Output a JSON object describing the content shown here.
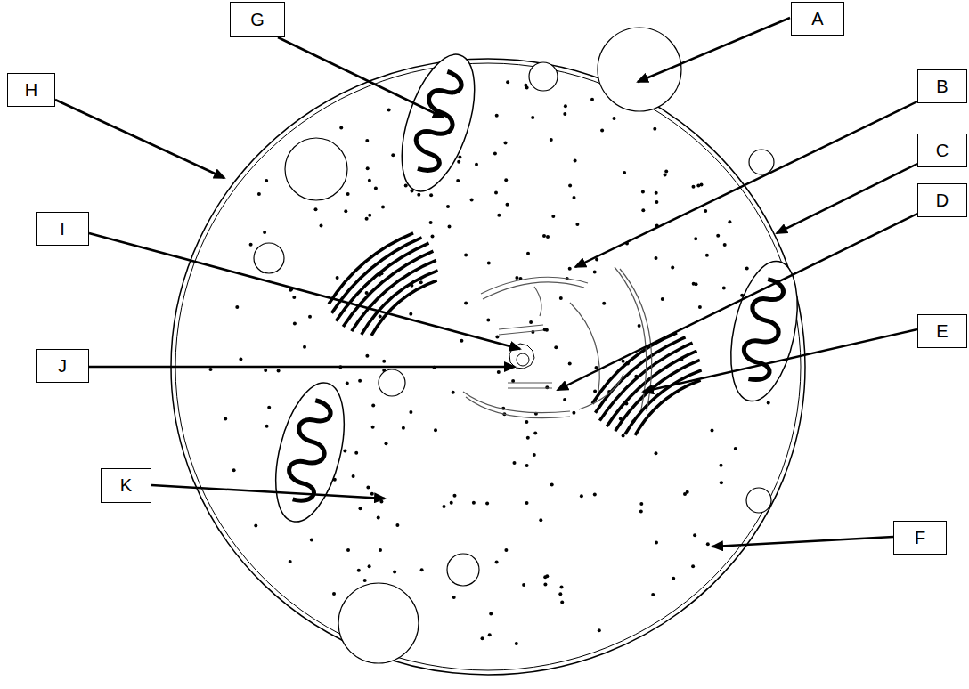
{
  "diagram": {
    "nodes": [
      {
        "text": [
          "G"
        ]
      },
      {
        "text": [
          "A"
        ]
      },
      {
        "text": [
          "H"
        ]
      },
      {
        "text": [
          "B"
        ]
      },
      {
        "text": [
          "C"
        ]
      },
      {
        "text": [
          "D"
        ]
      },
      {
        "text": [
          "I"
        ]
      },
      {
        "text": [
          "E"
        ]
      },
      {
        "text": [
          "J"
        ]
      },
      {
        "text": [
          "K"
        ]
      },
      {
        "text": [
          "F"
        ]
      }
    ]
  }
}
